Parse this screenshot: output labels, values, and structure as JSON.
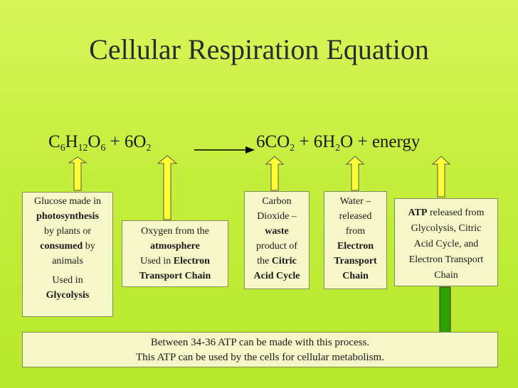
{
  "title": "Cellular Respiration Equation",
  "equation": {
    "reactant1": {
      "c": "C",
      "c_n": "6",
      "h": "H",
      "h_n": "12",
      "o": "O",
      "o_n": "6"
    },
    "plus1": "+",
    "reactant2": {
      "coef": "6O",
      "n": "2"
    },
    "product1": {
      "coef": "6CO",
      "n": "2"
    },
    "plus2": "+",
    "product2": {
      "coef": "6H",
      "h_n": "2",
      "o": "O"
    },
    "plus3": "+",
    "product3": "energy"
  },
  "boxes": {
    "glucose": {
      "line1": "Glucose made in",
      "bold1": "photosynthesis",
      "line2": "by plants or",
      "bold2": "consumed",
      "line3": " by",
      "line4": "animals",
      "line5": "Used in",
      "bold3": "Glycolysis"
    },
    "oxygen": {
      "line1": "Oxygen from the",
      "bold1": "atmosphere",
      "line2": "Used in ",
      "bold2": "Electron",
      "bold3": "Transport Chain"
    },
    "carbon": {
      "line1": "Carbon",
      "line2": "Dioxide –",
      "bold1": "waste",
      "line3": "product of",
      "line4": "the ",
      "bold2": "Citric",
      "bold3": "Acid Cycle"
    },
    "water": {
      "line1": "Water –",
      "line2": "released",
      "line3": "from",
      "bold1": "Electron",
      "bold2": "Transport",
      "bold3": "Chain"
    },
    "atp": {
      "bold1": "ATP",
      "line1": " released from",
      "line2": "Glycolysis, Citric",
      "line3": "Acid Cycle, and",
      "line4": "Electron Transport",
      "line5": "Chain"
    }
  },
  "bottom": {
    "line1": "Between 34-36 ATP can be made with this process.",
    "line2": "This ATP can be used by the cells for cellular metabolism."
  },
  "colors": {
    "arrow_yellow": "#ffff33",
    "arrow_green": "#2fa000",
    "box_light": "#f6f7c8",
    "box_green": "#37b300"
  }
}
